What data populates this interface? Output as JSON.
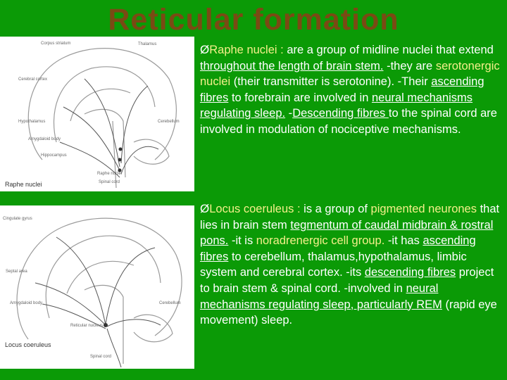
{
  "title": "Reticular formation",
  "figures": {
    "top": {
      "caption": "Raphe nuclei",
      "labels": [
        "Corpus striatum",
        "Thalamus",
        "Cerebral cortex",
        "Hypothalamus",
        "Amygdaloid body",
        "Hippocampus",
        "Cerebellum",
        "Raphe nuclei",
        "Spinal cord"
      ]
    },
    "bottom": {
      "caption": "Locus coeruleus",
      "labels": [
        "Cingulate gyrus",
        "Septal area",
        "Amygdaloid body",
        "Reticular nucleus",
        "Cerebellum",
        "Spinal cord"
      ]
    }
  },
  "raphe": {
    "bullet": "Ø",
    "head": "Raphe nuclei :",
    "s1": " are a group of midline nuclei that extend ",
    "s2": "throughout the length of brain stem.",
    "s3": " -they are ",
    "s4": "serotonergic nuclei",
    "s5": " (their transmitter is serotonine). -Their ",
    "s6": "ascending fibres",
    "s7": " to forebrain are involved in ",
    "s8": "neural mechanisms regulating sleep.",
    "s9": " -",
    "s10": "Descending fibres ",
    "s11": "to the spinal cord are involved in modulation of nociceptive mechanisms."
  },
  "locus": {
    "bullet": "Ø",
    "head": "Locus coeruleus :",
    "s1": " is a group of ",
    "s2": "pigmented neurones",
    "s3": " that lies in brain stem ",
    "s4": "tegmentum of caudal midbrain & rostral pons.",
    "s5": " -it is ",
    "s6": "noradrenergic cell group.",
    "s7": " -it has ",
    "s8": "ascending fibres",
    "s9": " to cerebellum, thalamus,hypothalamus, limbic system and cerebral cortex. -its ",
    "s10": "descending fibres",
    "s11": " project to brain stem & spinal cord. -involved in ",
    "s12": "neural mechanisms regulating sleep, particularly REM",
    "s13": " (rapid eye movement) sleep."
  },
  "colors": {
    "background": "#0b9a06",
    "title": "#7a4a14",
    "highlight": "#f4ef8a",
    "text": "#ffffff"
  }
}
